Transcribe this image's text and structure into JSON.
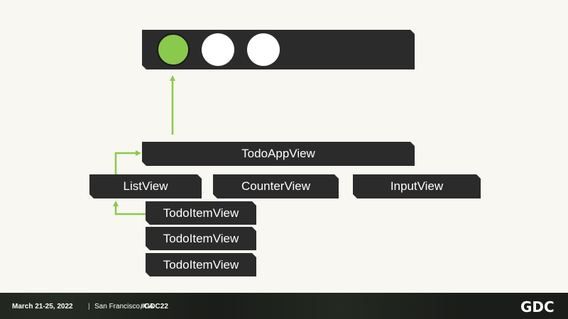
{
  "diagram": {
    "toolbar": {
      "indicators": [
        {
          "state": "active",
          "color": "#8bc94c"
        },
        {
          "state": "inactive",
          "color": "#ffffff"
        },
        {
          "state": "inactive",
          "color": "#ffffff"
        }
      ]
    },
    "views": {
      "app": "TodoAppView",
      "list": "ListView",
      "counter": "CounterView",
      "input": "InputView",
      "todo_items": [
        "TodoItemView",
        "TodoItemView",
        "TodoItemView"
      ]
    },
    "arrow_color": "#8bc94c"
  },
  "footer": {
    "date": "March 21-25, 2022",
    "separator": "|",
    "location": "San Francisco, CA",
    "hashtag": "#GDC22",
    "logo": "GDC"
  }
}
